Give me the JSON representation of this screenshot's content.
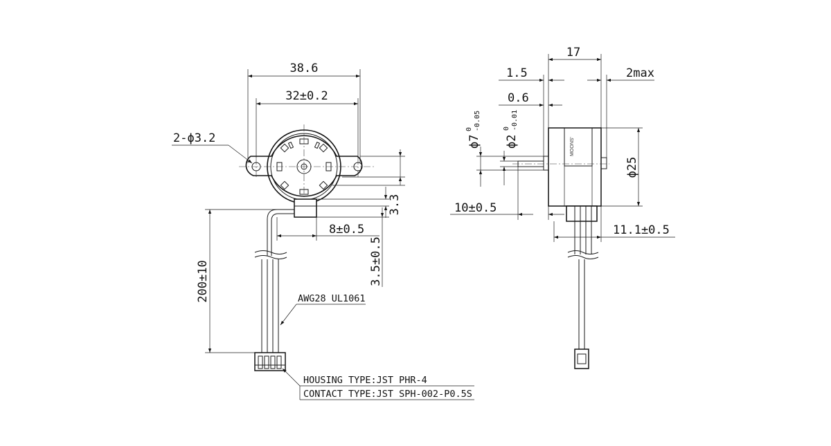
{
  "front_view": {
    "width_overall": "38.6",
    "hole_spacing": "32±0.2",
    "mounting_holes": "2-ϕ3.2",
    "cable_offset": "8±0.5",
    "housing_step": "3.3",
    "cable_exit": "3.5±0.5",
    "lead_length": "200±10",
    "wire_spec": "AWG28 UL1061",
    "housing_type": "HOUSING TYPE:JST PHR-4",
    "contact_type": "CONTACT TYPE:JST SPH-002-P0.5S"
  },
  "side_view": {
    "depth": "17",
    "flange": "1.5",
    "boss": "0.6",
    "rear_bump": "2max",
    "boss_dia_base": "ϕ7",
    "boss_dia_tol_upper": "0",
    "boss_dia_tol_lower": "-0.05",
    "shaft_dia_base": "ϕ2",
    "shaft_dia_tol_upper": "0",
    "shaft_dia_tol_lower": "-0.01",
    "body_dia": "ϕ25",
    "shaft_length": "10±0.5",
    "connector_offset": "11.1±0.5",
    "brand": "MOONS'"
  }
}
